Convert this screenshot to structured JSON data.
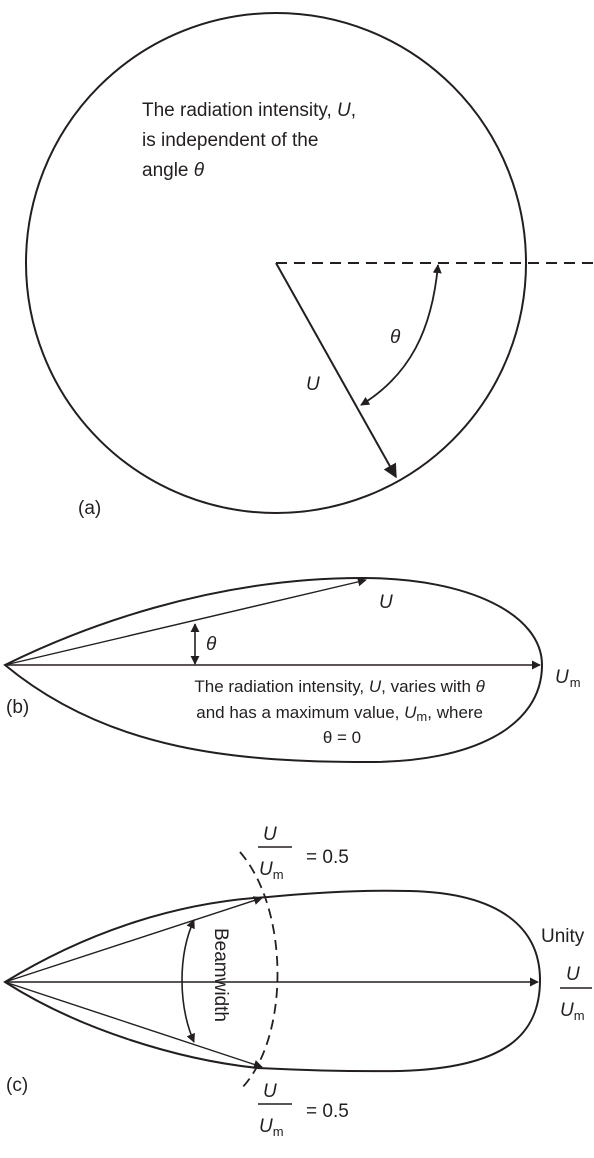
{
  "panel_a": {
    "label": "(a)",
    "text_line1_pre": "The radiation intensity, ",
    "text_line1_var": "U",
    "text_line1_post": ",",
    "text_line2": "is independent of the",
    "text_line3_pre": "angle ",
    "text_line3_var": "θ",
    "vector_label": "U",
    "angle_label": "θ"
  },
  "panel_b": {
    "label": "(b)",
    "vector_label": "U",
    "angle_label": "θ",
    "max_label_main": "U",
    "max_label_sub": "m",
    "text_line1_pre": "The radiation intensity, ",
    "text_line1_var": "U",
    "text_line1_mid": ", varies with ",
    "text_line1_theta": "θ",
    "text_line2_pre": "and has a maximum value, ",
    "text_line2_var": "U",
    "text_line2_sub": "m",
    "text_line2_post": ", where",
    "text_line3": "θ = 0"
  },
  "panel_c": {
    "label": "(c)",
    "beamwidth_label": "Beamwidth",
    "unity_label": "Unity",
    "frac_num": "U",
    "frac_den": "U",
    "frac_den_sub": "m",
    "half_power_value": "= 0.5"
  }
}
